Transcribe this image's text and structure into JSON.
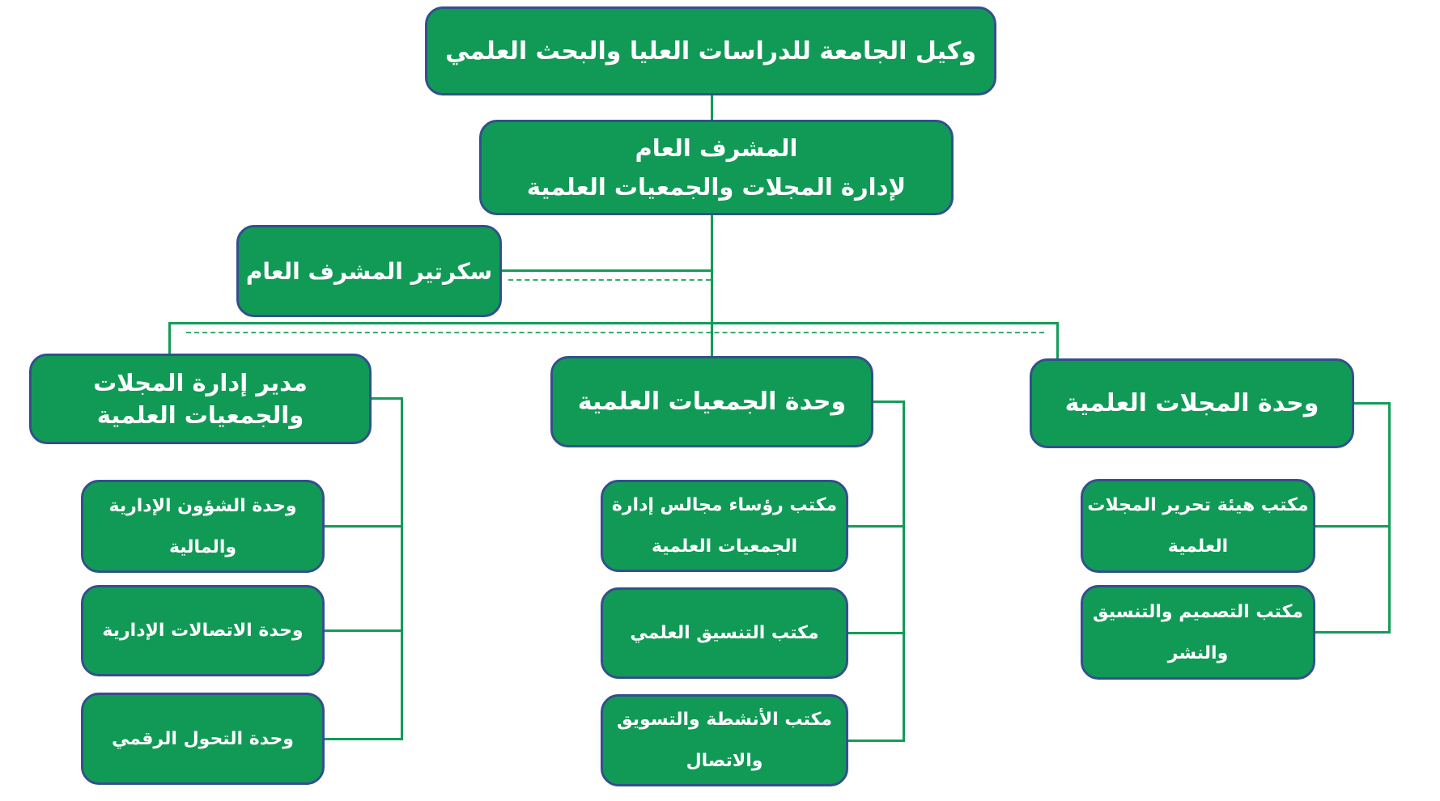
{
  "colors": {
    "background": "#ffffff",
    "box_fill": "#119a56",
    "box_border": "#32508c",
    "connector": "#149c58",
    "text": "#ffffff"
  },
  "chart_data": {
    "type": "org-chart",
    "direction": "rtl"
  },
  "nodes": {
    "root": {
      "label": "وكيل الجامعة للدراسات العليا والبحث العلمي"
    },
    "general_supervisor": {
      "line1": "المشرف العام",
      "line2": "لإدارة المجلات والجمعيات العلمية"
    },
    "secretary": {
      "label": "سكرتير المشرف العام"
    },
    "director": {
      "line1": "مدير إدارة المجلات",
      "line2": "والجمعيات العلمية"
    },
    "director_children": [
      {
        "line1": "وحدة الشؤون الإدارية",
        "line2": "والمالية"
      },
      {
        "line1": "وحدة الاتصالات الإدارية",
        "line2": ""
      },
      {
        "line1": "وحدة التحول الرقمي",
        "line2": ""
      }
    ],
    "societies_unit": {
      "label": "وحدة الجمعيات العلمية"
    },
    "societies_children": [
      {
        "line1": "مكتب رؤساء مجالس إدارة",
        "line2": "الجمعيات العلمية"
      },
      {
        "line1": "مكتب التنسيق العلمي",
        "line2": ""
      },
      {
        "line1": "مكتب الأنشطة والتسويق",
        "line2": "والاتصال"
      }
    ],
    "journals_unit": {
      "label": "وحدة المجلات العلمية"
    },
    "journals_children": [
      {
        "line1": "مكتب هيئة تحرير المجلات",
        "line2": "العلمية"
      },
      {
        "line1": "مكتب التصميم والتنسيق",
        "line2": "والنشر"
      }
    ]
  }
}
